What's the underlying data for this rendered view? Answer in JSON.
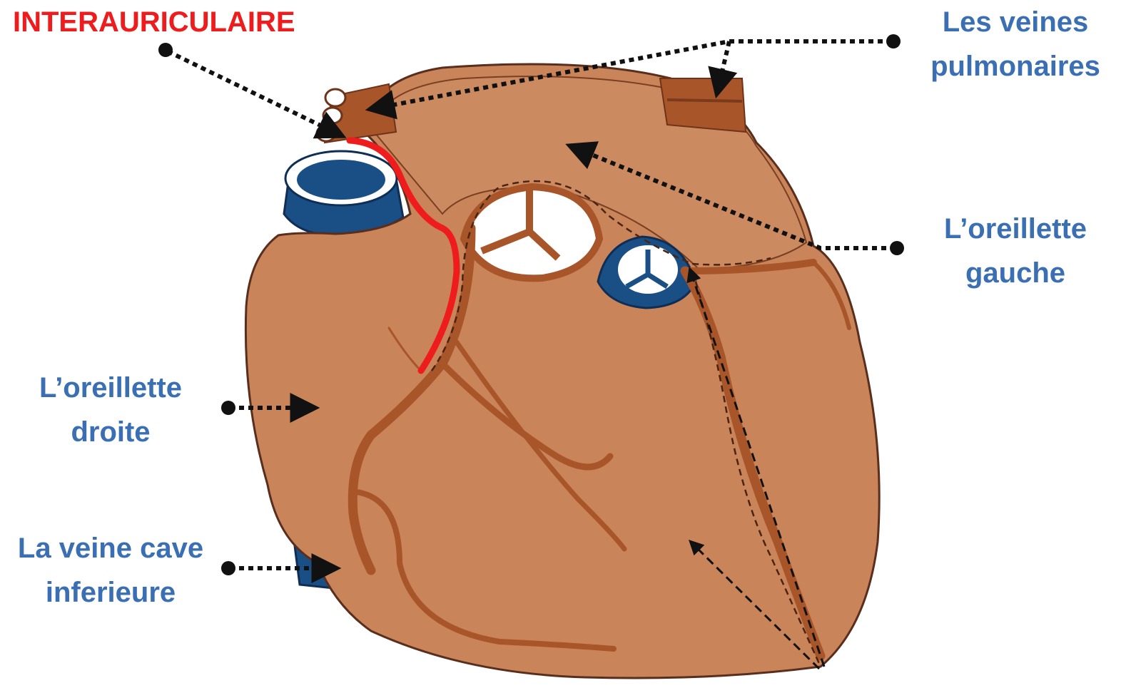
{
  "colors": {
    "label_blue": "#3b6fb4",
    "label_red": "#ee1c1c",
    "heart_fill": "#c9845a",
    "heart_outline": "#5a2e1c",
    "vessel_brown": "#a8552a",
    "vein_blue": "#1a4f86",
    "septal_line": "#ee1c1c",
    "arrow": "#111111"
  },
  "labels": {
    "interauriculaire": "INTERAURICULAIRE",
    "veines_pulmonaires": [
      "Les veines",
      "pulmonaires"
    ],
    "oreillette_gauche": [
      "L’oreillette",
      "gauche"
    ],
    "oreillette_droite": [
      "L’oreillette",
      "droite"
    ],
    "veine_cave_inferieure": [
      "La veine cave",
      "inferieure"
    ]
  }
}
